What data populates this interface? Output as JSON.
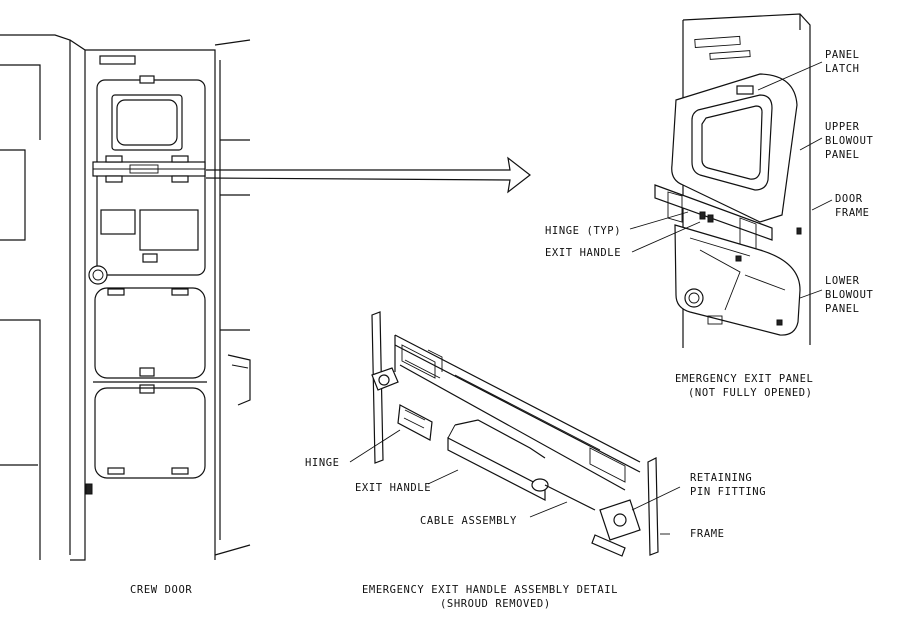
{
  "labels": {
    "panel_latch_1": "PANEL",
    "panel_latch_2": "LATCH",
    "upper_1": "UPPER",
    "upper_2": "BLOWOUT",
    "upper_3": "PANEL",
    "door_frame_1": "DOOR",
    "door_frame_2": "FRAME",
    "hinge_typ": "HINGE (TYP)",
    "exit_handle_top": "EXIT HANDLE",
    "lower_1": "LOWER",
    "lower_2": "BLOWOUT",
    "lower_3": "PANEL",
    "exit_panel_1": "EMERGENCY EXIT PANEL",
    "exit_panel_2": "(NOT FULLY OPENED)",
    "hinge": "HINGE",
    "exit_handle_detail": "EXIT HANDLE",
    "cable_assembly": "CABLE ASSEMBLY",
    "retaining_1": "RETAINING",
    "retaining_2": "PIN FITTING",
    "frame": "FRAME",
    "crew_door": "CREW DOOR",
    "detail_1": "EMERGENCY EXIT HANDLE ASSEMBLY DETAIL",
    "detail_2": "(SHROUD REMOVED)"
  }
}
